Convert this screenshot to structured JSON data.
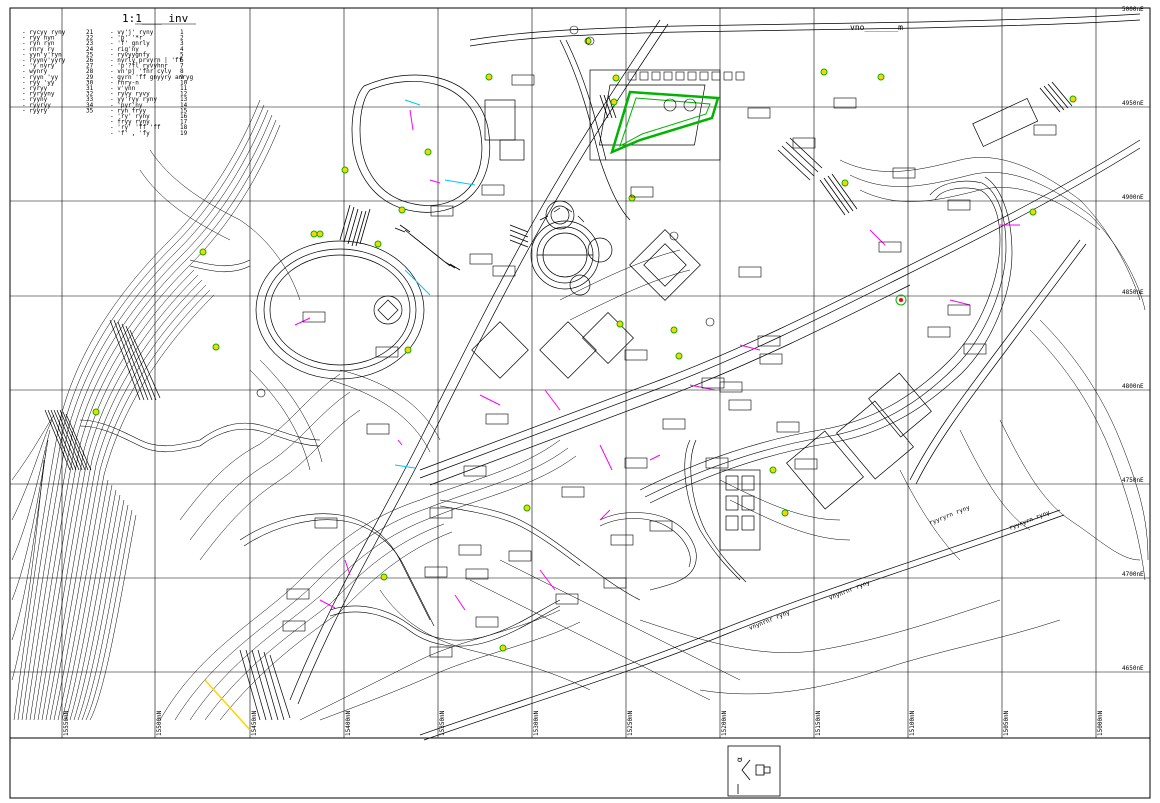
{
  "drawing": {
    "scale_label": "1:1___  inv",
    "north_arrow_label": "α",
    "top_note": "vno_______m"
  },
  "grid": {
    "east_labels": [
      "5000nE",
      "4950nE",
      "4900nE",
      "4850nE",
      "4800nE",
      "4750nE",
      "4700nE",
      "4650nE"
    ],
    "north_labels": [
      "15550nN",
      "15500nN",
      "15450nN",
      "15400nN",
      "15350nN",
      "15300nN",
      "15250nN",
      "15200nN",
      "15150nN",
      "15100nN",
      "15050nN",
      "15000nN"
    ]
  },
  "legend": {
    "left_column": [
      {
        "num": "1",
        "text": "- vy'j' ryny"
      },
      {
        "num": "2",
        "text": "- 'p' '*r"
      },
      {
        "num": "3",
        "text": "- 'f' gnrly"
      },
      {
        "num": "4",
        "text": "- rig'ny"
      },
      {
        "num": "5",
        "text": "- ryvyygnfy"
      },
      {
        "num": "6",
        "text": "- nyrly prvyrn | 'ff"
      },
      {
        "num": "7",
        "text": "- 'p'?fl ryvyhnr"
      },
      {
        "num": "8",
        "text": "- vn'pj 'fnr cyly"
      },
      {
        "num": "9",
        "text": "- gyrn 'ff gnyyry anryg"
      },
      {
        "num": "10",
        "text": "- rnry-n"
      },
      {
        "num": "11",
        "text": "- v'ynn"
      },
      {
        "num": "12",
        "text": "- ryvy ryvy"
      },
      {
        "num": "13",
        "text": "- yy'ryy ryny"
      },
      {
        "num": "14",
        "text": "- 'pyr'ny"
      },
      {
        "num": "15",
        "text": "- ryn fryy"
      },
      {
        "num": "16",
        "text": "- 'ry' ryny"
      },
      {
        "num": "17",
        "text": "- fryy ryny"
      },
      {
        "num": "18",
        "text": "- 'ry' 'ff 'ff"
      },
      {
        "num": "19",
        "text": "- 'f' , 'fy"
      }
    ],
    "right_column": [
      {
        "num": "21",
        "text": "- rycyy  ryny"
      },
      {
        "num": "22",
        "text": "- ryy nyn"
      },
      {
        "num": "23",
        "text": "- ryn  ryn"
      },
      {
        "num": "24",
        "text": "- rnry  ry"
      },
      {
        "num": "25",
        "text": "- yyn'y'ryn"
      },
      {
        "num": "26",
        "text": "- ryyny'yyry"
      },
      {
        "num": "27",
        "text": "- 'y nyry"
      },
      {
        "num": "28",
        "text": "- wynry"
      },
      {
        "num": "29",
        "text": "- ryyn 'yy"
      },
      {
        "num": "30",
        "text": "- ryy 'yy"
      },
      {
        "num": "31",
        "text": "- ryryy"
      },
      {
        "num": "32",
        "text": "- ryryyny"
      },
      {
        "num": "33",
        "text": "- ryyny"
      },
      {
        "num": "34",
        "text": "- ryyryy"
      },
      {
        "num": "35",
        "text": "- ryyry"
      }
    ]
  },
  "road_labels": [
    "vnynrnr ryny",
    "vnynrnr ryny",
    "ryyryrn ryny",
    "ryyryrn ryny"
  ],
  "colors": {
    "line": "#000000",
    "green": "#00b400",
    "magenta": "#ff00ff",
    "cyan": "#00c8ff",
    "red": "#ff0000",
    "yellow": "#ffd200"
  }
}
